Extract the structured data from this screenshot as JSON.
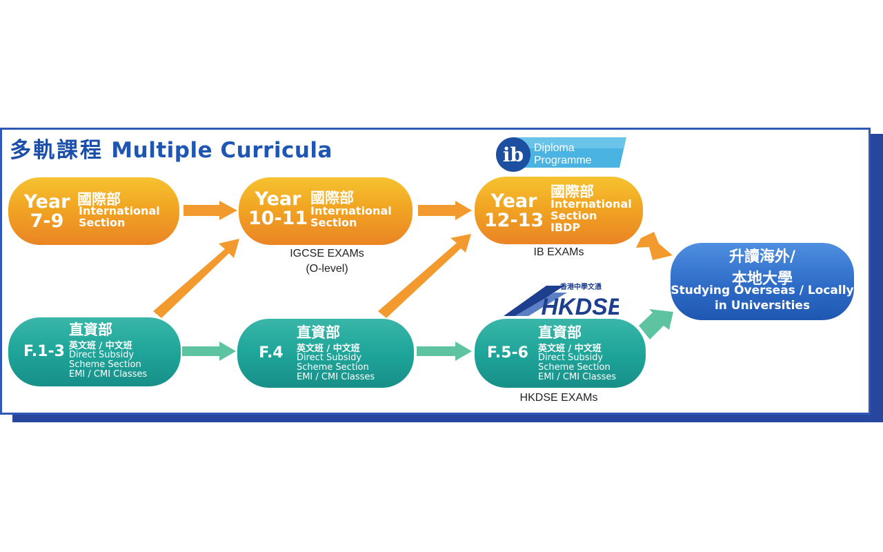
{
  "title": {
    "zh": "多軌課程",
    "en": "Multiple Curricula"
  },
  "international": [
    {
      "year_label": "Year",
      "year_range": "7-9",
      "zh": "國際部",
      "en": [
        "International",
        "Section"
      ]
    },
    {
      "year_label": "Year",
      "year_range": "10-11",
      "zh": "國際部",
      "en": [
        "International",
        "Section"
      ]
    },
    {
      "year_label": "Year",
      "year_range": "12-13",
      "zh": "國際部",
      "en": [
        "International",
        "Section",
        "IBDP"
      ]
    }
  ],
  "dss": [
    {
      "form": "F.1-3",
      "zh": "直資部",
      "zh_sub": "英文班 / 中文班",
      "en": [
        "Direct Subsidy",
        "Scheme Section",
        "EMI / CMI Classes"
      ]
    },
    {
      "form": "F.4",
      "zh": "直資部",
      "zh_sub": "英文班 / 中文班",
      "en": [
        "Direct Subsidy",
        "Scheme Section",
        "EMI / CMI Classes"
      ]
    },
    {
      "form": "F.5-6",
      "zh": "直資部",
      "zh_sub": "英文班 / 中文班",
      "en": [
        "Direct Subsidy",
        "Scheme Section",
        "EMI / CMI Classes"
      ]
    }
  ],
  "exams": {
    "igcse": [
      "IGCSE EXAMs",
      "(O-level)"
    ],
    "ib": "IB EXAMs",
    "hkdse": "HKDSE EXAMs"
  },
  "logos": {
    "ib_letters": "ib",
    "ib_text": [
      "Diploma",
      "Programme"
    ],
    "hkdse_text": "HKDSE",
    "hkdse_zh": "香港中學文憑"
  },
  "destination": {
    "zh": [
      "升讀海外/",
      "本地大學"
    ],
    "en": [
      "Studying Overseas / Locally",
      "in Universities"
    ]
  },
  "colors": {
    "frame": "#2f58b8",
    "title": "#1f55b3",
    "international_arrow": "#f29a2e",
    "dss_arrow": "#5ec3a0",
    "destination": "#2e6cc7"
  }
}
